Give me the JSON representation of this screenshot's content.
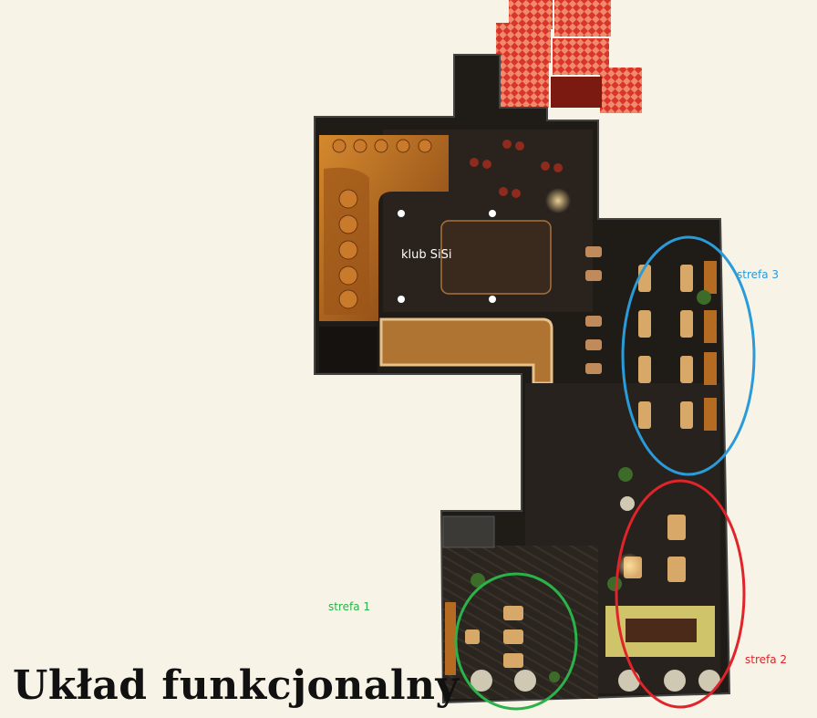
{
  "title": "Układ funkcjonalny",
  "venue_label": "klub SiSi",
  "zones": [
    {
      "label": "strefa 1",
      "color": "#2bb34a"
    },
    {
      "label": "strefa 2",
      "color": "#e0242a"
    },
    {
      "label": "strefa 3",
      "color": "#2a9bd8"
    }
  ],
  "colors": {
    "background": "#f7f3e6",
    "floor_dark": "#1f1b17",
    "wood": "#b56b22",
    "tile_red": "#c4261c"
  }
}
